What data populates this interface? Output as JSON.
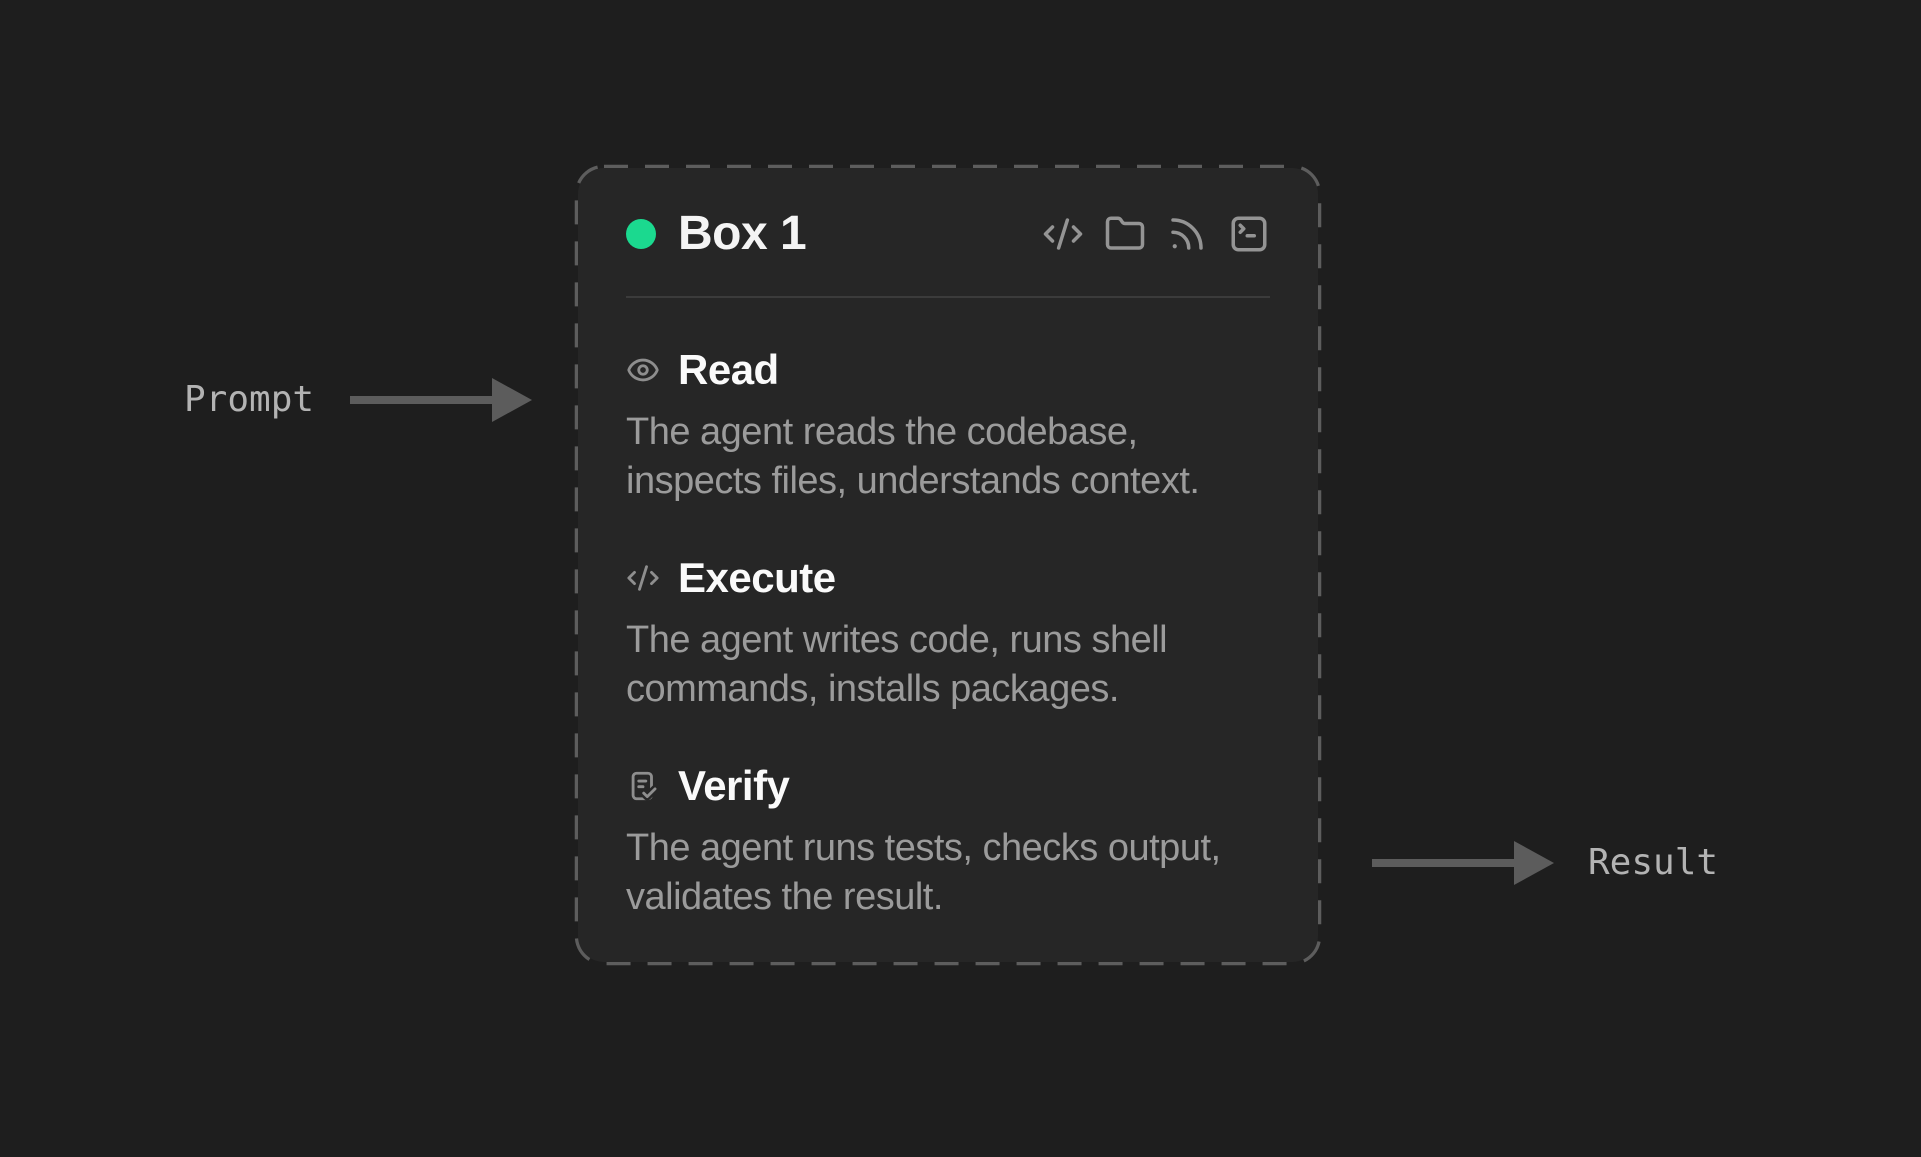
{
  "box": {
    "title": "Box 1",
    "header_icons": [
      {
        "name": "code-icon"
      },
      {
        "name": "folder-icon"
      },
      {
        "name": "rss-icon"
      },
      {
        "name": "terminal-icon"
      }
    ],
    "sections": [
      {
        "icon": "eye-icon",
        "title": "Read",
        "body": "The agent reads the codebase,\ninspects files, understands context."
      },
      {
        "icon": "code-icon",
        "title": "Execute",
        "body": "The agent writes code, runs shell\ncommands, installs packages."
      },
      {
        "icon": "clipboard-check-icon",
        "title": "Verify",
        "body": "The agent runs tests, checks output,\nvalidates the result."
      }
    ]
  },
  "annotations": {
    "input_label": "Prompt",
    "output_label": "Result"
  },
  "colors": {
    "page_background": "#1e1e1e",
    "box_background": "#262626",
    "dashed_border": "#5d5d5d",
    "divider": "#3b3b3b",
    "status_dot_green": "#1bd98f",
    "title_text": "#f4f4f4",
    "body_text": "#9b9b9b",
    "icon_gray": "#949494",
    "label_text": "#b3b3b3",
    "arrow_gray": "#5c5c5c"
  }
}
